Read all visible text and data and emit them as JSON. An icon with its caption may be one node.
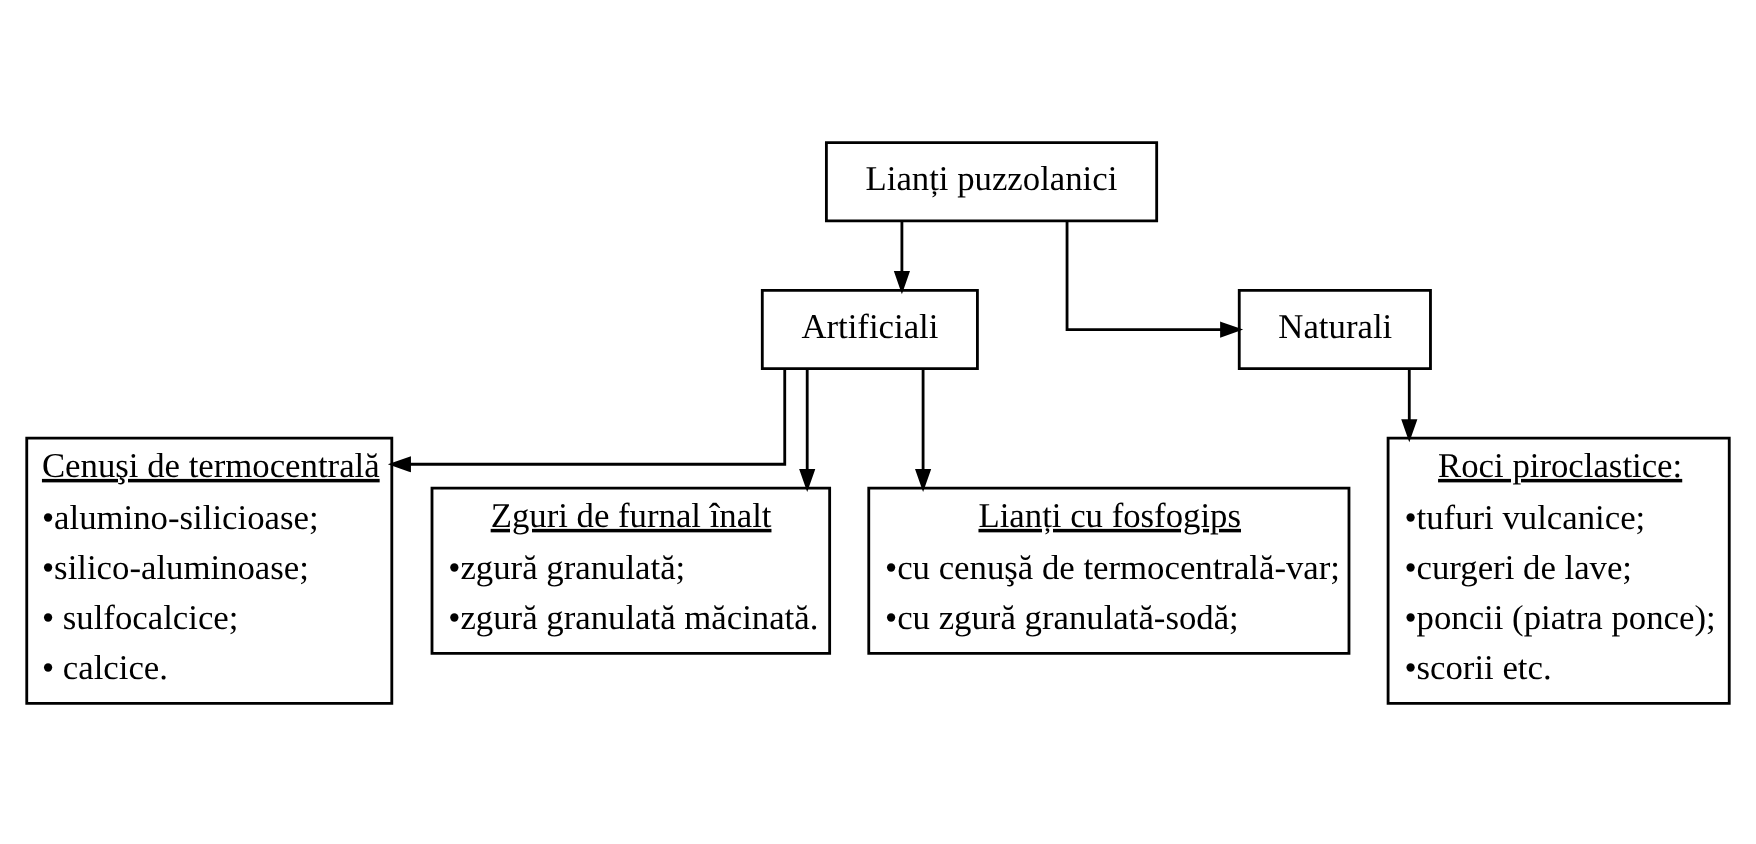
{
  "diagram": {
    "nodes": [
      {
        "text": [
          "Lianți puzzolanici"
        ]
      },
      {
        "text": [
          "Artificiali"
        ]
      },
      {
        "text": [
          "Naturali"
        ]
      },
      {
        "text": [
          "Cenuşi de termocentrală",
          "•alumino-silicioase;",
          "•silico-aluminoase;",
          "• sulfocalcice;",
          "• calcice."
        ]
      },
      {
        "text": [
          "Zguri de furnal înalt",
          "•zgură granulată;",
          "•zgură granulată măcinată."
        ]
      },
      {
        "text": [
          "Lianți cu fosfogips",
          "•cu cenuşă de termocentrală-var;",
          "•cu zgură granulată-sodă;"
        ]
      },
      {
        "text": [
          "Roci piroclastice:",
          "•tufuri vulcanice;",
          "•curgeri de lave;",
          "•poncii (piatra ponce);",
          "•scorii etc."
        ]
      }
    ],
    "edges": [
      {
        "from": 0,
        "to": 1,
        "arrow": "to"
      },
      {
        "from": 0,
        "to": 2,
        "arrow": "to"
      },
      {
        "from": 1,
        "to": 3,
        "arrow": "to"
      },
      {
        "from": 1,
        "to": 4,
        "arrow": "to"
      },
      {
        "from": 1,
        "to": 5,
        "arrow": "to"
      },
      {
        "from": 2,
        "to": 6,
        "arrow": "to"
      }
    ]
  }
}
